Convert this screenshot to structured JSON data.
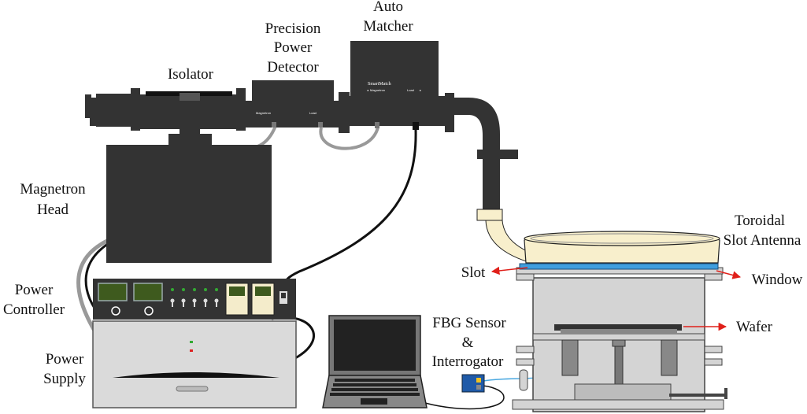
{
  "labels": {
    "isolator": "Isolator",
    "precision_power_detector": [
      "Precision",
      "Power",
      "Detector"
    ],
    "auto_matcher": [
      "Auto",
      "Matcher"
    ],
    "magnetron_head": [
      "Magnetron",
      "Head"
    ],
    "power_controller": [
      "Power",
      "Controller"
    ],
    "power_supply": [
      "Power",
      "Supply"
    ],
    "toroidal_slot_antenna": [
      "Toroidal",
      "Slot Antenna"
    ],
    "slot": "Slot",
    "window": "Window",
    "wafer": "Wafer",
    "fbg_sensor_interrogator": [
      "FBG Sensor",
      "&",
      "Interrogator"
    ]
  },
  "device_text": {
    "matcher_brand": "SmartMatch",
    "matcher_port_left": "Magnetron",
    "matcher_port_right": "Load"
  },
  "colors": {
    "equipment_dark": "#333333",
    "antenna_cream": "#f8efcc",
    "window_blue": "#3f9ede",
    "chamber_gray": "#d4d4d4",
    "arrow_red": "#e0201a",
    "fiber_blue": "#4aa8e0",
    "display_green": "#3e5a1e",
    "display_cream": "#f4eccb"
  }
}
